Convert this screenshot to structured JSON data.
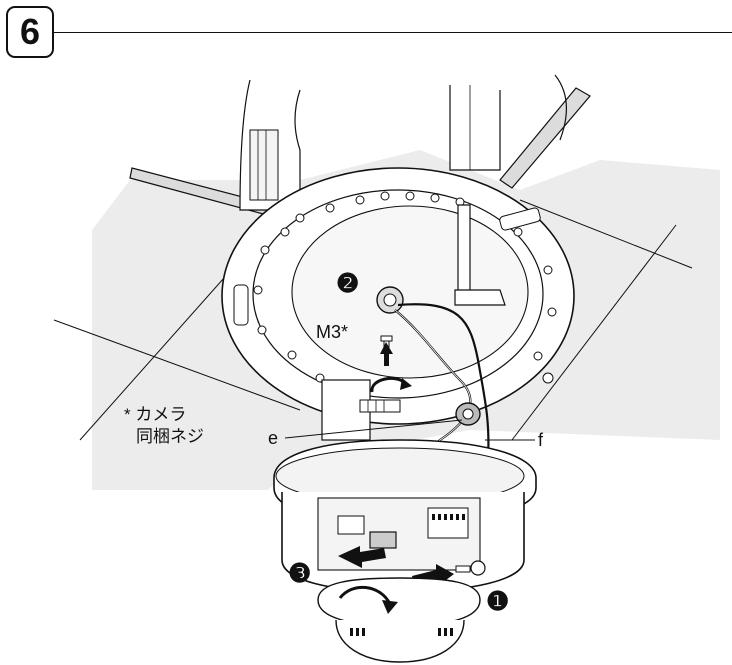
{
  "step": {
    "number": "6"
  },
  "labels": {
    "screw_size": "M3*",
    "note_line1": "* カメラ",
    "note_line2": "同梱ネジ",
    "label_e": "e",
    "label_f": "f"
  },
  "markers": {
    "marker_1": "❶",
    "marker_2": "❷",
    "marker_3": "❸"
  },
  "colors": {
    "ceiling_fill": "#ececec",
    "line": "#111111",
    "marker": "#111111",
    "paper": "#ffffff"
  }
}
